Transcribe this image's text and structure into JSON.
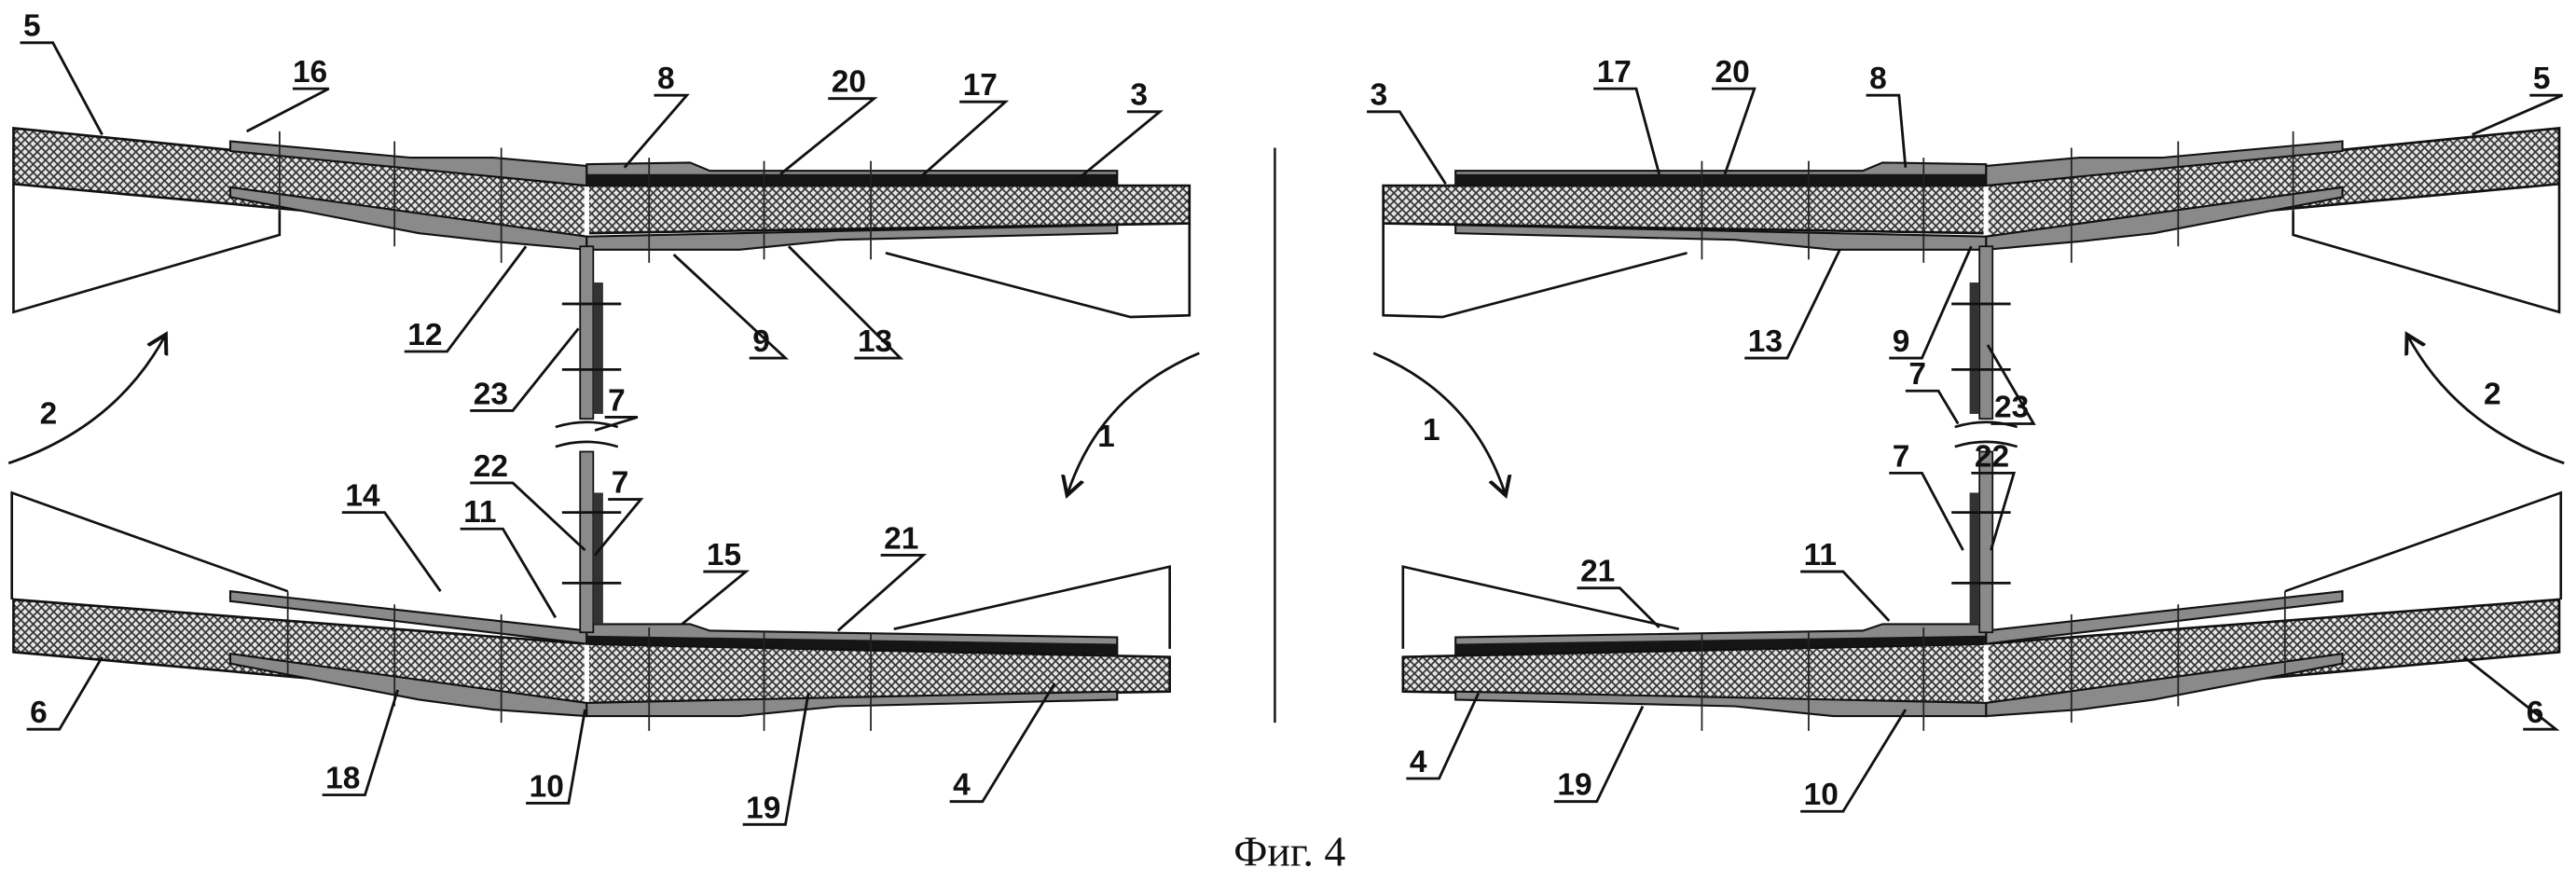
{
  "figure_caption": "Фиг. 4",
  "left_panel": {
    "labels": [
      "5",
      "16",
      "8",
      "20",
      "17",
      "3",
      "12",
      "9",
      "13",
      "2",
      "23",
      "7",
      "22",
      "7",
      "1",
      "14",
      "11",
      "15",
      "21",
      "6",
      "18",
      "10",
      "19",
      "4"
    ]
  },
  "right_panel": {
    "labels": [
      "3",
      "17",
      "20",
      "8",
      "5",
      "13",
      "9",
      "7",
      "23",
      "2",
      "1",
      "7",
      "22",
      "21",
      "11",
      "4",
      "19",
      "10",
      "6"
    ]
  }
}
